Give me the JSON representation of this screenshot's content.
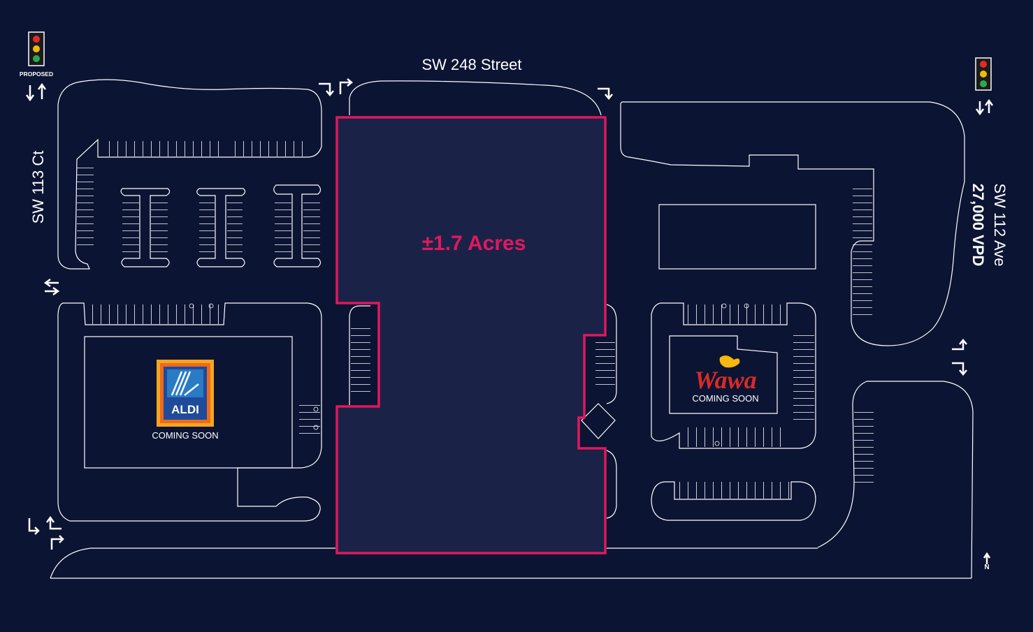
{
  "streets": {
    "north": "SW 248 Street",
    "west": "SW 113 Ct",
    "east": "SW 112 Ave",
    "east_traffic": "27,000 VPD"
  },
  "site": {
    "acreage_label": "±1.7 Acres",
    "outline_color": "#e0185e"
  },
  "signals": {
    "proposed_label": "PROPOSED"
  },
  "tenants": {
    "aldi": {
      "logo_text": "ALDI",
      "status": "COMING SOON"
    },
    "wawa": {
      "logo_text": "Wawa",
      "status": "COMING SOON"
    }
  },
  "north_arrow": "N",
  "colors": {
    "background": "#0b1433",
    "lines": "#ffffff",
    "site_fill": "#1a2347",
    "accent": "#e0185e"
  }
}
